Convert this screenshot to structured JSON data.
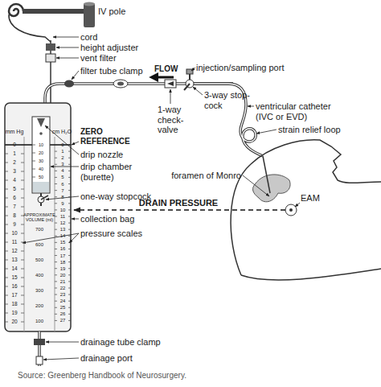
{
  "diagram": {
    "caption": "Source: Greenberg Handbook of Neurosurgery.",
    "labels": [
      "IV pole",
      "cord",
      "height adjuster",
      "vent filter",
      "filter tube clamp",
      "FLOW",
      "injection/sampling port",
      "3-way stop-cock",
      "ventricular catheter (IVC or EVD)",
      "1-way check-valve",
      "strain relief loop",
      "mm Hg",
      "cm H₂O",
      "ZERO REFERENCE",
      "drip nozzle",
      "drip chamber (burette)",
      "foramen of Monro",
      "EAM",
      "DRAIN PRESSURE",
      "one-way stopcock",
      "collection bag",
      "pressure scales",
      "APPROXIMATE VOLUME (ml)",
      "drainage tube clamp",
      "drainage port",
      "0",
      "1",
      "2",
      "3",
      "4",
      "5",
      "6",
      "7",
      "8",
      "9",
      "10",
      "11",
      "12",
      "13",
      "14",
      "15",
      "16",
      "17",
      "18",
      "19",
      "20",
      "0",
      "1",
      "2",
      "3",
      "4",
      "5",
      "6",
      "7",
      "8",
      "9",
      "10",
      "11",
      "12",
      "13",
      "14",
      "15",
      "16",
      "17",
      "18",
      "19",
      "20",
      "21",
      "22",
      "23",
      "24",
      "25",
      "26",
      "27",
      "700",
      "600",
      "500",
      "400",
      "300",
      "200",
      "100",
      "10",
      "20",
      "30",
      "40",
      "50"
    ]
  }
}
